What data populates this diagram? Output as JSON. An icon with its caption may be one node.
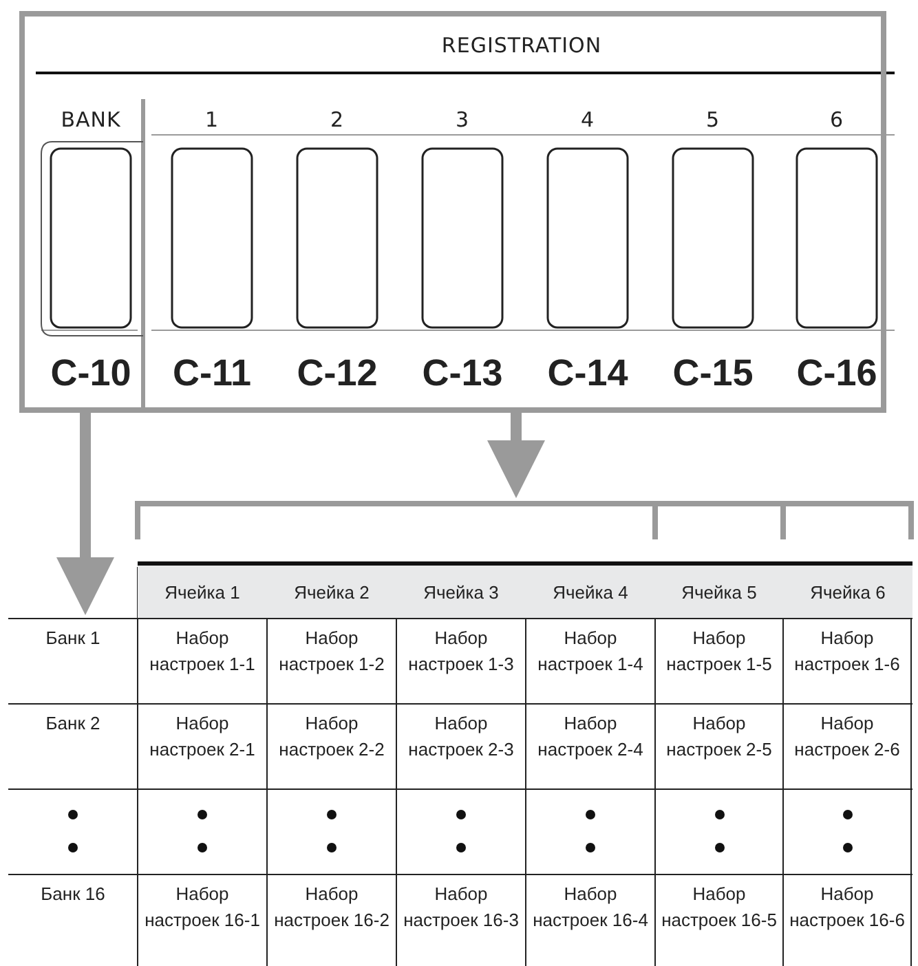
{
  "diagram": {
    "nodes": [
      {
        "text": [],
        "shape": "box"
      },
      {
        "text": [
          "BANK",
          "C-10"
        ],
        "in": 0
      },
      {
        "text": [
          "REGISTRATION"
        ],
        "in": 0
      },
      {
        "text": [
          "1",
          "C-11"
        ],
        "in": 2
      },
      {
        "text": [
          "2",
          "C-12"
        ],
        "in": 2
      },
      {
        "text": [
          "3",
          "C-13"
        ],
        "in": 2
      },
      {
        "text": [
          "4",
          "C-14"
        ],
        "in": 2
      },
      {
        "text": [
          "5",
          "C-15"
        ],
        "in": 2
      },
      {
        "text": [
          "6",
          "C-16"
        ],
        "in": 2
      },
      {
        "text": [],
        "shape": "bracket"
      },
      {
        "text": [],
        "shape": "table"
      }
    ],
    "edges": [
      {
        "from": 1,
        "to": 10,
        "arrow": "to"
      },
      {
        "from": 2,
        "to": 9,
        "arrow": "to"
      }
    ],
    "labels": [
      "Ячейка 1",
      "Ячейка 2",
      "Ячейка 3",
      "Ячейка 4",
      "Ячейка 5",
      "Ячейка 6",
      "Банк 1",
      "Набор настроек 1-1",
      "Набор настроек 1-2",
      "Набор настроек 1-3",
      "Набор настроек 1-4",
      "Набор настроек 1-5",
      "Набор настроек 1-6",
      "Банк 2",
      "Набор настроек 2-1",
      "Набор настроек 2-2",
      "Набор настроек 2-3",
      "Набор настроек 2-4",
      "Набор настроек 2-5",
      "Набор настроек 2-6",
      "Банк 16",
      "Набор настроек 16-1",
      "Набор настроек 16-2",
      "Набор настроек 16-3",
      "Набор настроек 16-4",
      "Набор настроек 16-5",
      "Набор настроек 16-6"
    ]
  }
}
